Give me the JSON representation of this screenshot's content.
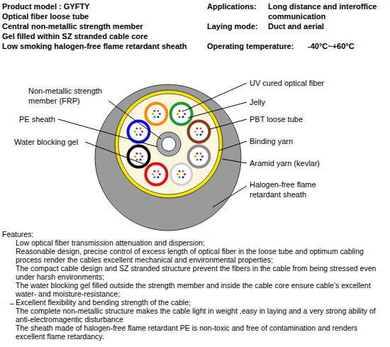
{
  "diagram": {
    "labels": [
      "Product model : GYFTY",
      "Optical fiber loose tube",
      "Central non-metallic strength member",
      "Gel filled within SZ stranded cable core",
      "Low smoking halogen-free flame retardant sheath",
      "Applications:",
      "Long distance and interoffice communication",
      "Laying mode:",
      "Duct and aerial",
      "Operating temperature:",
      "-40°C~+60°C",
      "UV cured optical fiber",
      "Jelly",
      "PBT loose tube",
      "Binding yarn",
      "Aramid yarn (kevlar)",
      "Halogen-free flame retardant sheath",
      "Non-metallic strength member (FRP)",
      "PE sheath",
      "Water blocking gel",
      "Features:",
      "Low optical fiber transmission attenuation and dispersion;",
      "Reasonable design, precise control of excess length of optical fiber in the loose tube and optimum cabling process render the cables excellent mechanical and environmental properties;",
      "The compact cable design and SZ stranded structure prevent the fibers in the cable from being stressed even under harsh environments;",
      "The water blocking gel filled outside the strength member and inside the cable core ensure cable’s excellent water- and moisture-resistance;",
      "_",
      "Excellent flexibility and bending strength of the cable;",
      "The complete non-metallic structure makes the cable light in weight ,easy in laying and a very strong ability of anti-electromagentic disturbance",
      "The sheath made of halogen-free flame retardant PE is non-toxic and free of contamination and renders excellent flame retardancy."
    ]
  }
}
